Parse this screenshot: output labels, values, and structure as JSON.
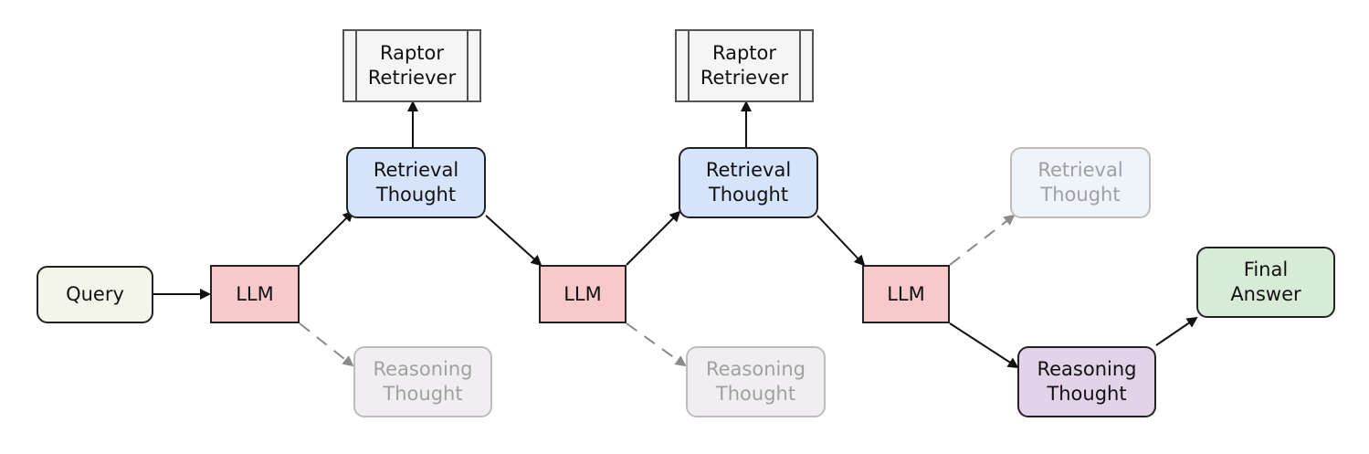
{
  "nodes": {
    "query": {
      "label": "Query",
      "fill": "#f3f4ea"
    },
    "llm": {
      "label": "LLM",
      "fill": "#f8c9ca"
    },
    "retriever": {
      "line1": "Raptor",
      "line2": "Retriever",
      "fill": "#f5f5f5"
    },
    "retrieval_thought": {
      "line1": "Retrieval",
      "line2": "Thought",
      "fill": "#d6e4fb"
    },
    "retrieval_thought_faded": {
      "line1": "Retrieval",
      "line2": "Thought",
      "fill": "#eef4fa"
    },
    "reasoning_thought_faded": {
      "line1": "Reasoning",
      "line2": "Thought",
      "fill": "#f1eef2"
    },
    "reasoning_thought": {
      "line1": "Reasoning",
      "line2": "Thought",
      "fill": "#e3d3e8"
    },
    "final_answer": {
      "line1": "Final",
      "line2": "Answer",
      "fill": "#d8ebd6"
    }
  },
  "colors": {
    "edge_active": "#111111",
    "edge_inactive": "#8a8a8a"
  }
}
